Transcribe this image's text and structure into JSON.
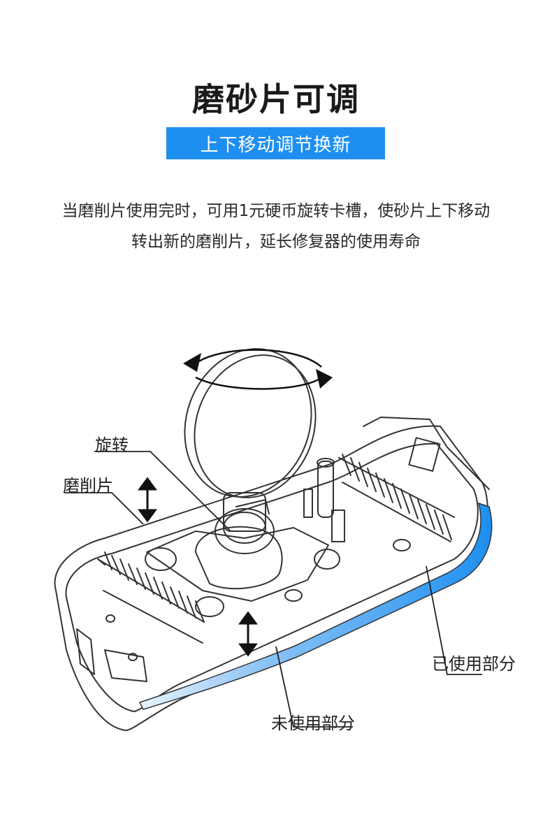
{
  "header": {
    "title": "磨砂片可调",
    "badge": "上下移动调节换新"
  },
  "description": {
    "line1": "当磨削片使用完时，可用1元硬币旋转卡槽，使砂片上下移动",
    "line2": "转出新的磨削片，延长修复器的使用寿命"
  },
  "diagram": {
    "labels": {
      "rotate": "旋转",
      "grinding_blade": "磨削片",
      "used_part": "已使用部分",
      "unused_part": "未使用部分"
    }
  },
  "colors": {
    "accent": "#1e8ff0",
    "line": "#333333"
  }
}
